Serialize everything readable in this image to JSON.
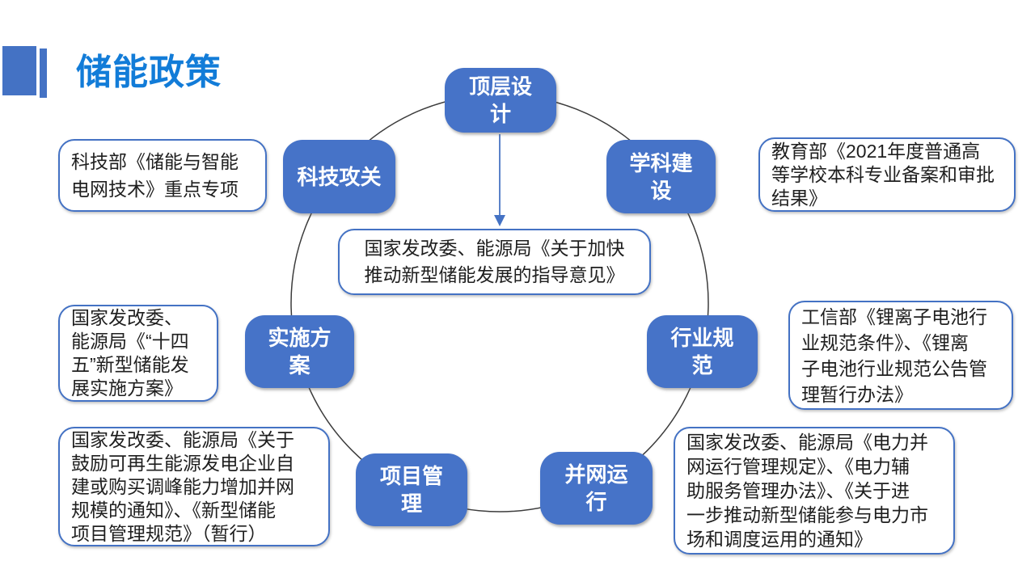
{
  "title": "储能政策",
  "colors": {
    "title_text": "#127CD8",
    "accent_blue": "#4472C4",
    "node_fill": "#4673C8",
    "node_text": "#FFFFFF",
    "box_border": "#4472C4",
    "circle_stroke": "#3C3C3C",
    "arrow_blue": "#5B83C9"
  },
  "nodes": {
    "top": "顶层设\n计",
    "upper_left": "科技攻关",
    "upper_right": "学科建\n设",
    "left": "实施方\n案",
    "right": "行业规\n范",
    "lower_left": "项目管\n理",
    "lower_right": "并网运\n行"
  },
  "center_box": "国家发改委、能源局《关于加快\n推动新型储能发展的指导意见》",
  "policy_boxes": {
    "top_left": "科技部《储能与智能\n电网技术》重点专项",
    "top_right": "教育部《2021年度普通高\n等学校本科专业备案和审批\n结果》",
    "left": "国家发改委、\n能源局《“十四\n五”新型储能发\n展实施方案》",
    "right": "工信部《锂离子电池行\n业规范条件》、《锂离\n子电池行业规范公告管\n理暂行办法》",
    "bottom_left": "国家发改委、能源局《关于\n鼓励可再生能源发电企业自\n建或购买调峰能力增加并网\n规模的通知》、《新型储能\n项目管理规范》（暂行）",
    "bottom_right": "国家发改委、能源局《电力并\n网运行管理规定》、《电力辅\n助服务管理办法》、《关于进\n一步推动新型储能参与电力市\n场和调度运用的通知》"
  }
}
